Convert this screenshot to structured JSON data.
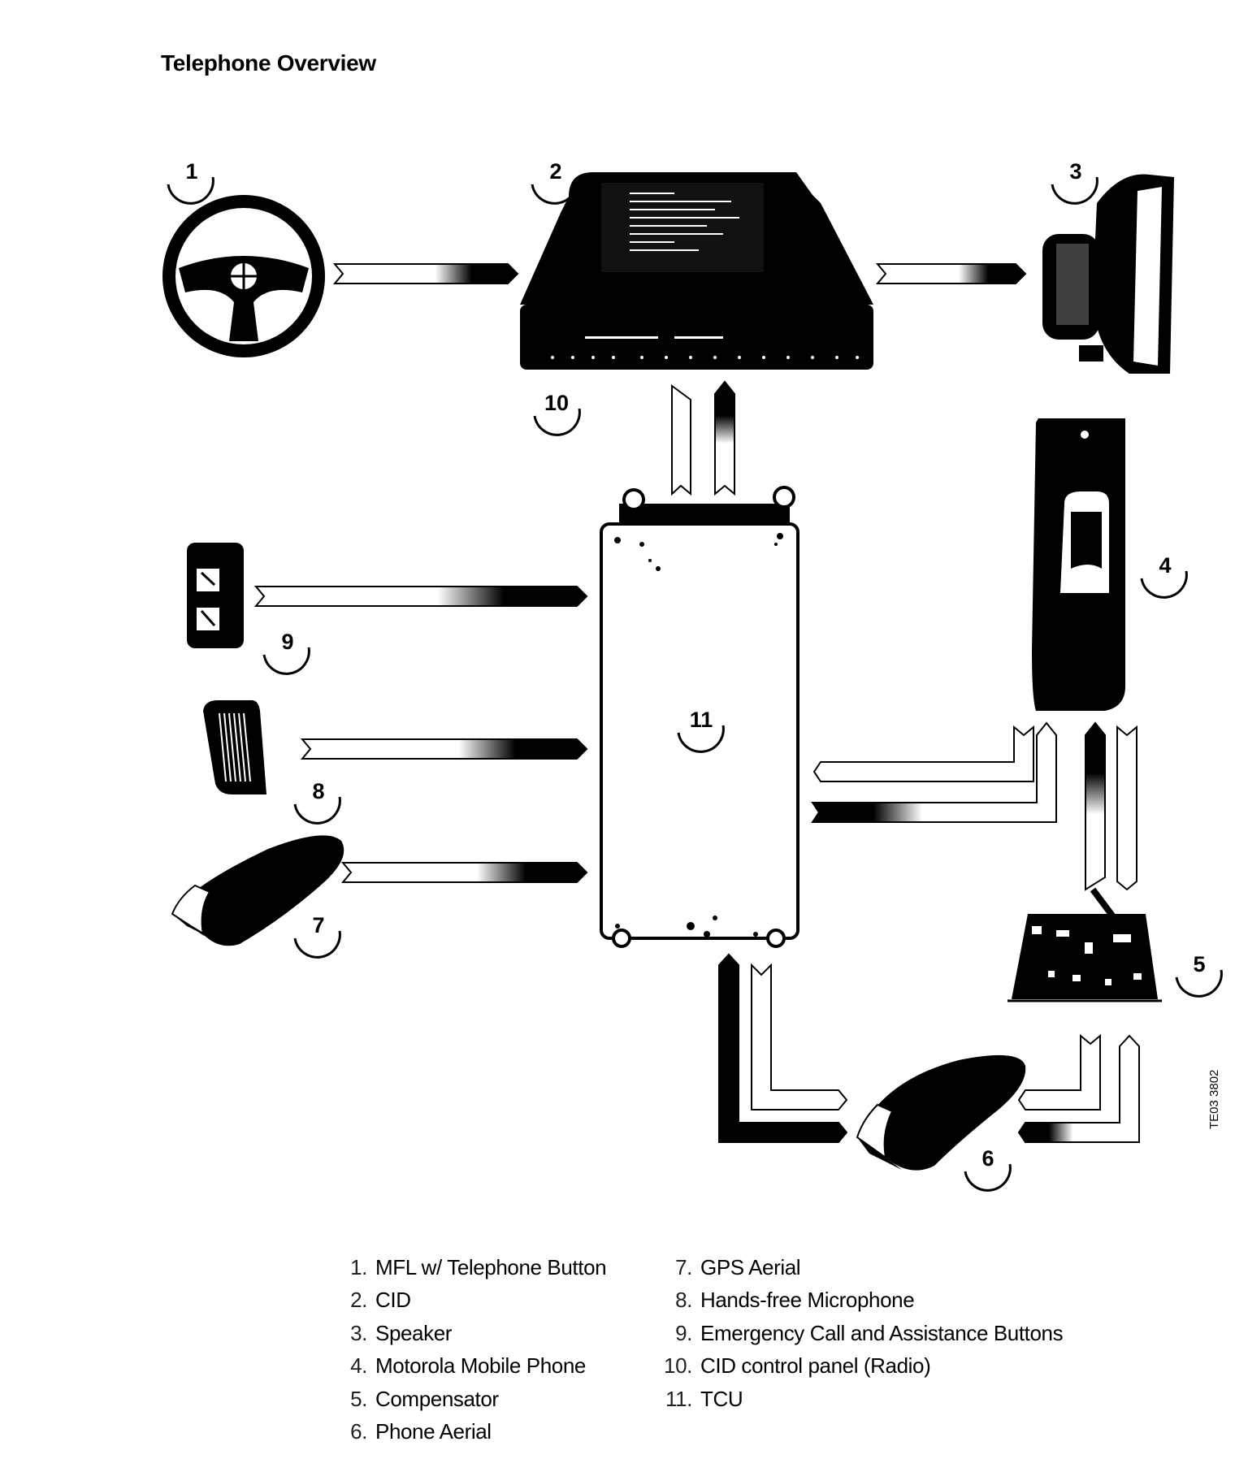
{
  "title": "Telephone Overview",
  "figure_code": "TE03 3802",
  "callouts": {
    "c1": "1",
    "c2": "2",
    "c3": "3",
    "c4": "4",
    "c5": "5",
    "c6": "6",
    "c7": "7",
    "c8": "8",
    "c9": "9",
    "c10": "10",
    "c11": "11"
  },
  "legend": {
    "col1": [
      {
        "n": "1.",
        "label": "MFL w/ Telephone Button"
      },
      {
        "n": "2.",
        "label": "CID"
      },
      {
        "n": "3.",
        "label": "Speaker"
      },
      {
        "n": "4.",
        "label": "Motorola Mobile Phone"
      },
      {
        "n": "5.",
        "label": "Compensator"
      },
      {
        "n": "6.",
        "label": "Phone Aerial"
      }
    ],
    "col2": [
      {
        "n": "7.",
        "label": "GPS Aerial"
      },
      {
        "n": "8.",
        "label": "Hands-free Microphone"
      },
      {
        "n": "9.",
        "label": "Emergency Call and Assistance Buttons"
      },
      {
        "n": "10.",
        "label": "CID control panel (Radio)"
      },
      {
        "n": "11.",
        "label": "TCU"
      }
    ]
  }
}
